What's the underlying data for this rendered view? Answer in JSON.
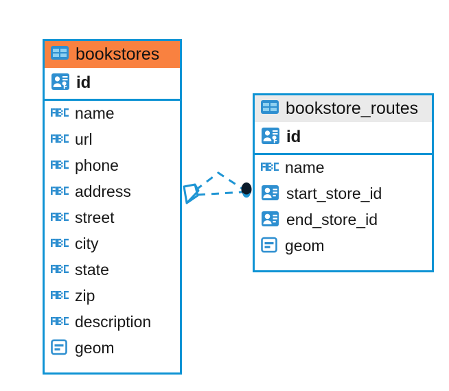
{
  "diagram": {
    "type": "entity-relationship-diagram",
    "background_color": "#FFFFFF",
    "accent_color": "#0E93D4",
    "highlight_color": "#F98140",
    "header_gray": "#EAEAEA"
  },
  "tables": [
    {
      "name": "bookstores",
      "header_label": "bookstores",
      "header_style": "orange",
      "icon": "table-grid-icon",
      "primary_key": {
        "label": "id",
        "icon": "primary-key-icon"
      },
      "fields": [
        {
          "label": "name",
          "icon": "abc-text-icon"
        },
        {
          "label": "url",
          "icon": "abc-text-icon"
        },
        {
          "label": "phone",
          "icon": "abc-text-icon"
        },
        {
          "label": "address",
          "icon": "abc-text-icon"
        },
        {
          "label": "street",
          "icon": "abc-text-icon"
        },
        {
          "label": "city",
          "icon": "abc-text-icon"
        },
        {
          "label": "state",
          "icon": "abc-text-icon"
        },
        {
          "label": "zip",
          "icon": "abc-text-icon"
        },
        {
          "label": "description",
          "icon": "abc-text-icon"
        },
        {
          "label": "geom",
          "icon": "geometry-icon"
        }
      ]
    },
    {
      "name": "bookstore_routes",
      "header_label": "bookstore_routes",
      "header_style": "gray",
      "icon": "table-grid-icon",
      "primary_key": {
        "label": "id",
        "icon": "primary-key-icon"
      },
      "fields": [
        {
          "label": "name",
          "icon": "abc-text-icon"
        },
        {
          "label": "start_store_id",
          "icon": "foreign-key-icon"
        },
        {
          "label": "end_store_id",
          "icon": "foreign-key-icon"
        },
        {
          "label": "geom",
          "icon": "geometry-icon"
        }
      ]
    }
  ],
  "relationship": {
    "style": "dashed",
    "color": "#1E95D4",
    "source_marker": "crows-foot-diamond-marker",
    "target_marker": "filled-circle-marker",
    "target_marker_color": "#0B1B2B"
  }
}
